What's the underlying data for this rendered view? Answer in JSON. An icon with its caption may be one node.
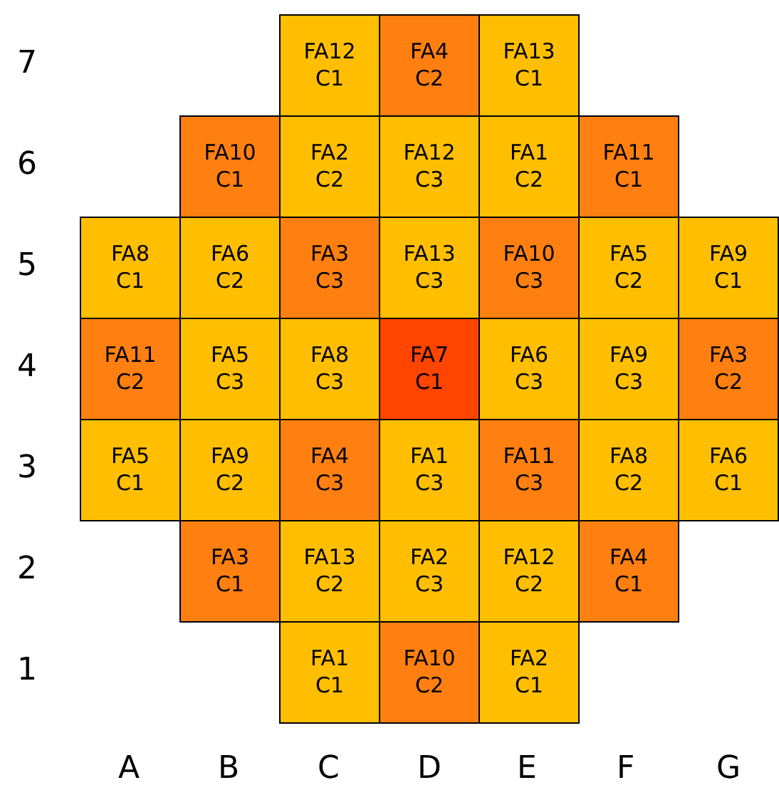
{
  "diagram": {
    "nodes": [
      {
        "text": [
          "FA12 C1"
        ]
      },
      {
        "text": [
          "FA4 C2"
        ]
      },
      {
        "text": [
          "FA13 C1"
        ]
      },
      {
        "text": [
          "FA10 C1"
        ]
      },
      {
        "text": [
          "FA2 C2"
        ]
      },
      {
        "text": [
          "FA12 C3"
        ]
      },
      {
        "text": [
          "FA1 C2"
        ]
      },
      {
        "text": [
          "FA11 C1"
        ]
      },
      {
        "text": [
          "FA8 C1"
        ]
      },
      {
        "text": [
          "FA6 C2"
        ]
      },
      {
        "text": [
          "FA3 C3"
        ]
      },
      {
        "text": [
          "FA13 C3"
        ]
      },
      {
        "text": [
          "FA10 C3"
        ]
      },
      {
        "text": [
          "FA5 C2"
        ]
      },
      {
        "text": [
          "FA9 C1"
        ]
      },
      {
        "text": [
          "FA11 C2"
        ]
      },
      {
        "text": [
          "FA5 C3"
        ]
      },
      {
        "text": [
          "FA8 C3"
        ]
      },
      {
        "text": [
          "FA7 C1"
        ]
      },
      {
        "text": [
          "FA6 C3"
        ]
      },
      {
        "text": [
          "FA9 C3"
        ]
      },
      {
        "text": [
          "FA3 C2"
        ]
      },
      {
        "text": [
          "FA5 C1"
        ]
      },
      {
        "text": [
          "FA9 C2"
        ]
      },
      {
        "text": [
          "FA4 C3"
        ]
      },
      {
        "text": [
          "FA1 C3"
        ]
      },
      {
        "text": [
          "FA11 C3"
        ]
      },
      {
        "text": [
          "FA8 C2"
        ]
      },
      {
        "text": [
          "FA6 C1"
        ]
      },
      {
        "text": [
          "FA3 C1"
        ]
      },
      {
        "text": [
          "FA13 C2"
        ]
      },
      {
        "text": [
          "FA2 C3"
        ]
      },
      {
        "text": [
          "FA12 C2"
        ]
      },
      {
        "text": [
          "FA4 C1"
        ]
      },
      {
        "text": [
          "FA1 C1"
        ]
      },
      {
        "text": [
          "FA10 C2"
        ]
      },
      {
        "text": [
          "FA2 C1"
        ]
      }
    ],
    "labels": [
      "7",
      "6",
      "5",
      "4",
      "3",
      "2",
      "1",
      "A",
      "B",
      "C",
      "D",
      "E",
      "F",
      "G"
    ]
  }
}
